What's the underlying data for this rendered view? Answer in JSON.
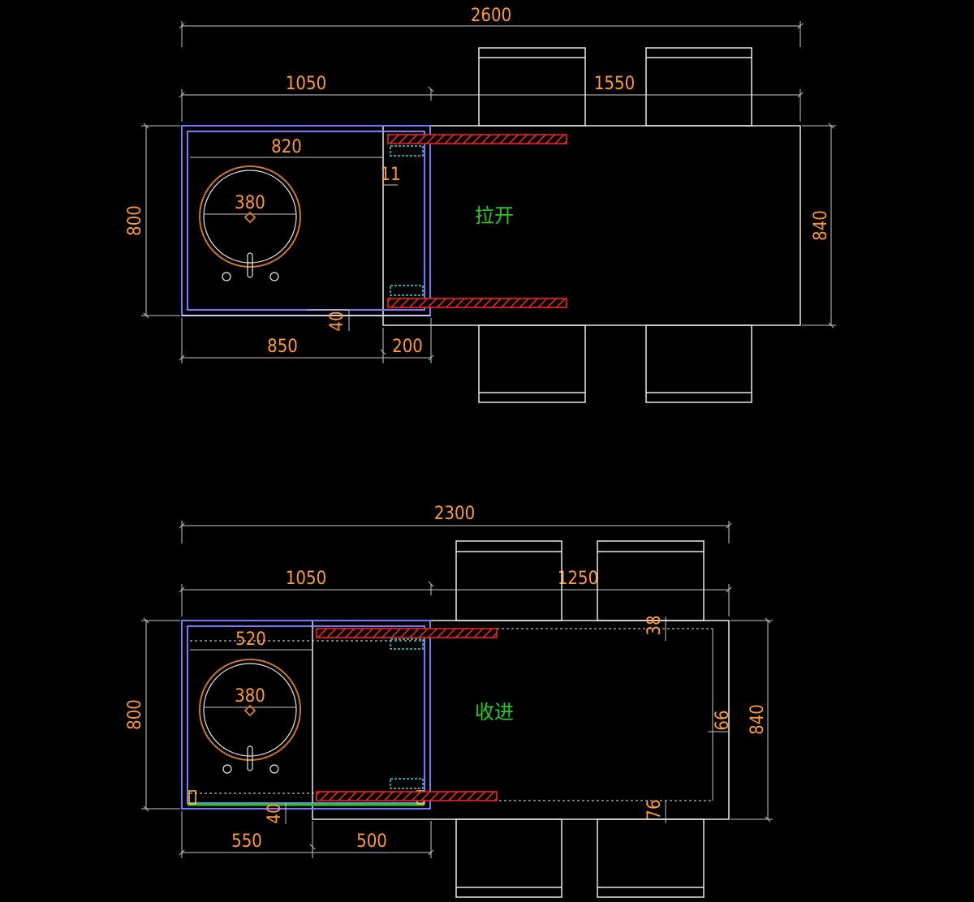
{
  "top_view": {
    "state_label": "拉开",
    "dims": {
      "total": "2600",
      "left": "1050",
      "right": "1550",
      "inner_width": "820",
      "gap": "11",
      "sink": "380",
      "height_left": "800",
      "height_right": "840",
      "small": "40",
      "bottom_left": "850",
      "bottom_right": "200"
    }
  },
  "bottom_view": {
    "state_label": "收进",
    "dims": {
      "total": "2300",
      "left": "1050",
      "right": "1250",
      "inner_width": "520",
      "sink": "380",
      "height_left": "800",
      "height_right": "840",
      "small": "40",
      "bottom_left": "550",
      "bottom_right": "500",
      "right_top": "38",
      "right_mid": "66",
      "right_bottom": "76"
    }
  },
  "colors": {
    "dimension_text": "#ff9933",
    "label": "#22cc22",
    "rail": "#ff2222",
    "cabinet": "#7777ff"
  }
}
